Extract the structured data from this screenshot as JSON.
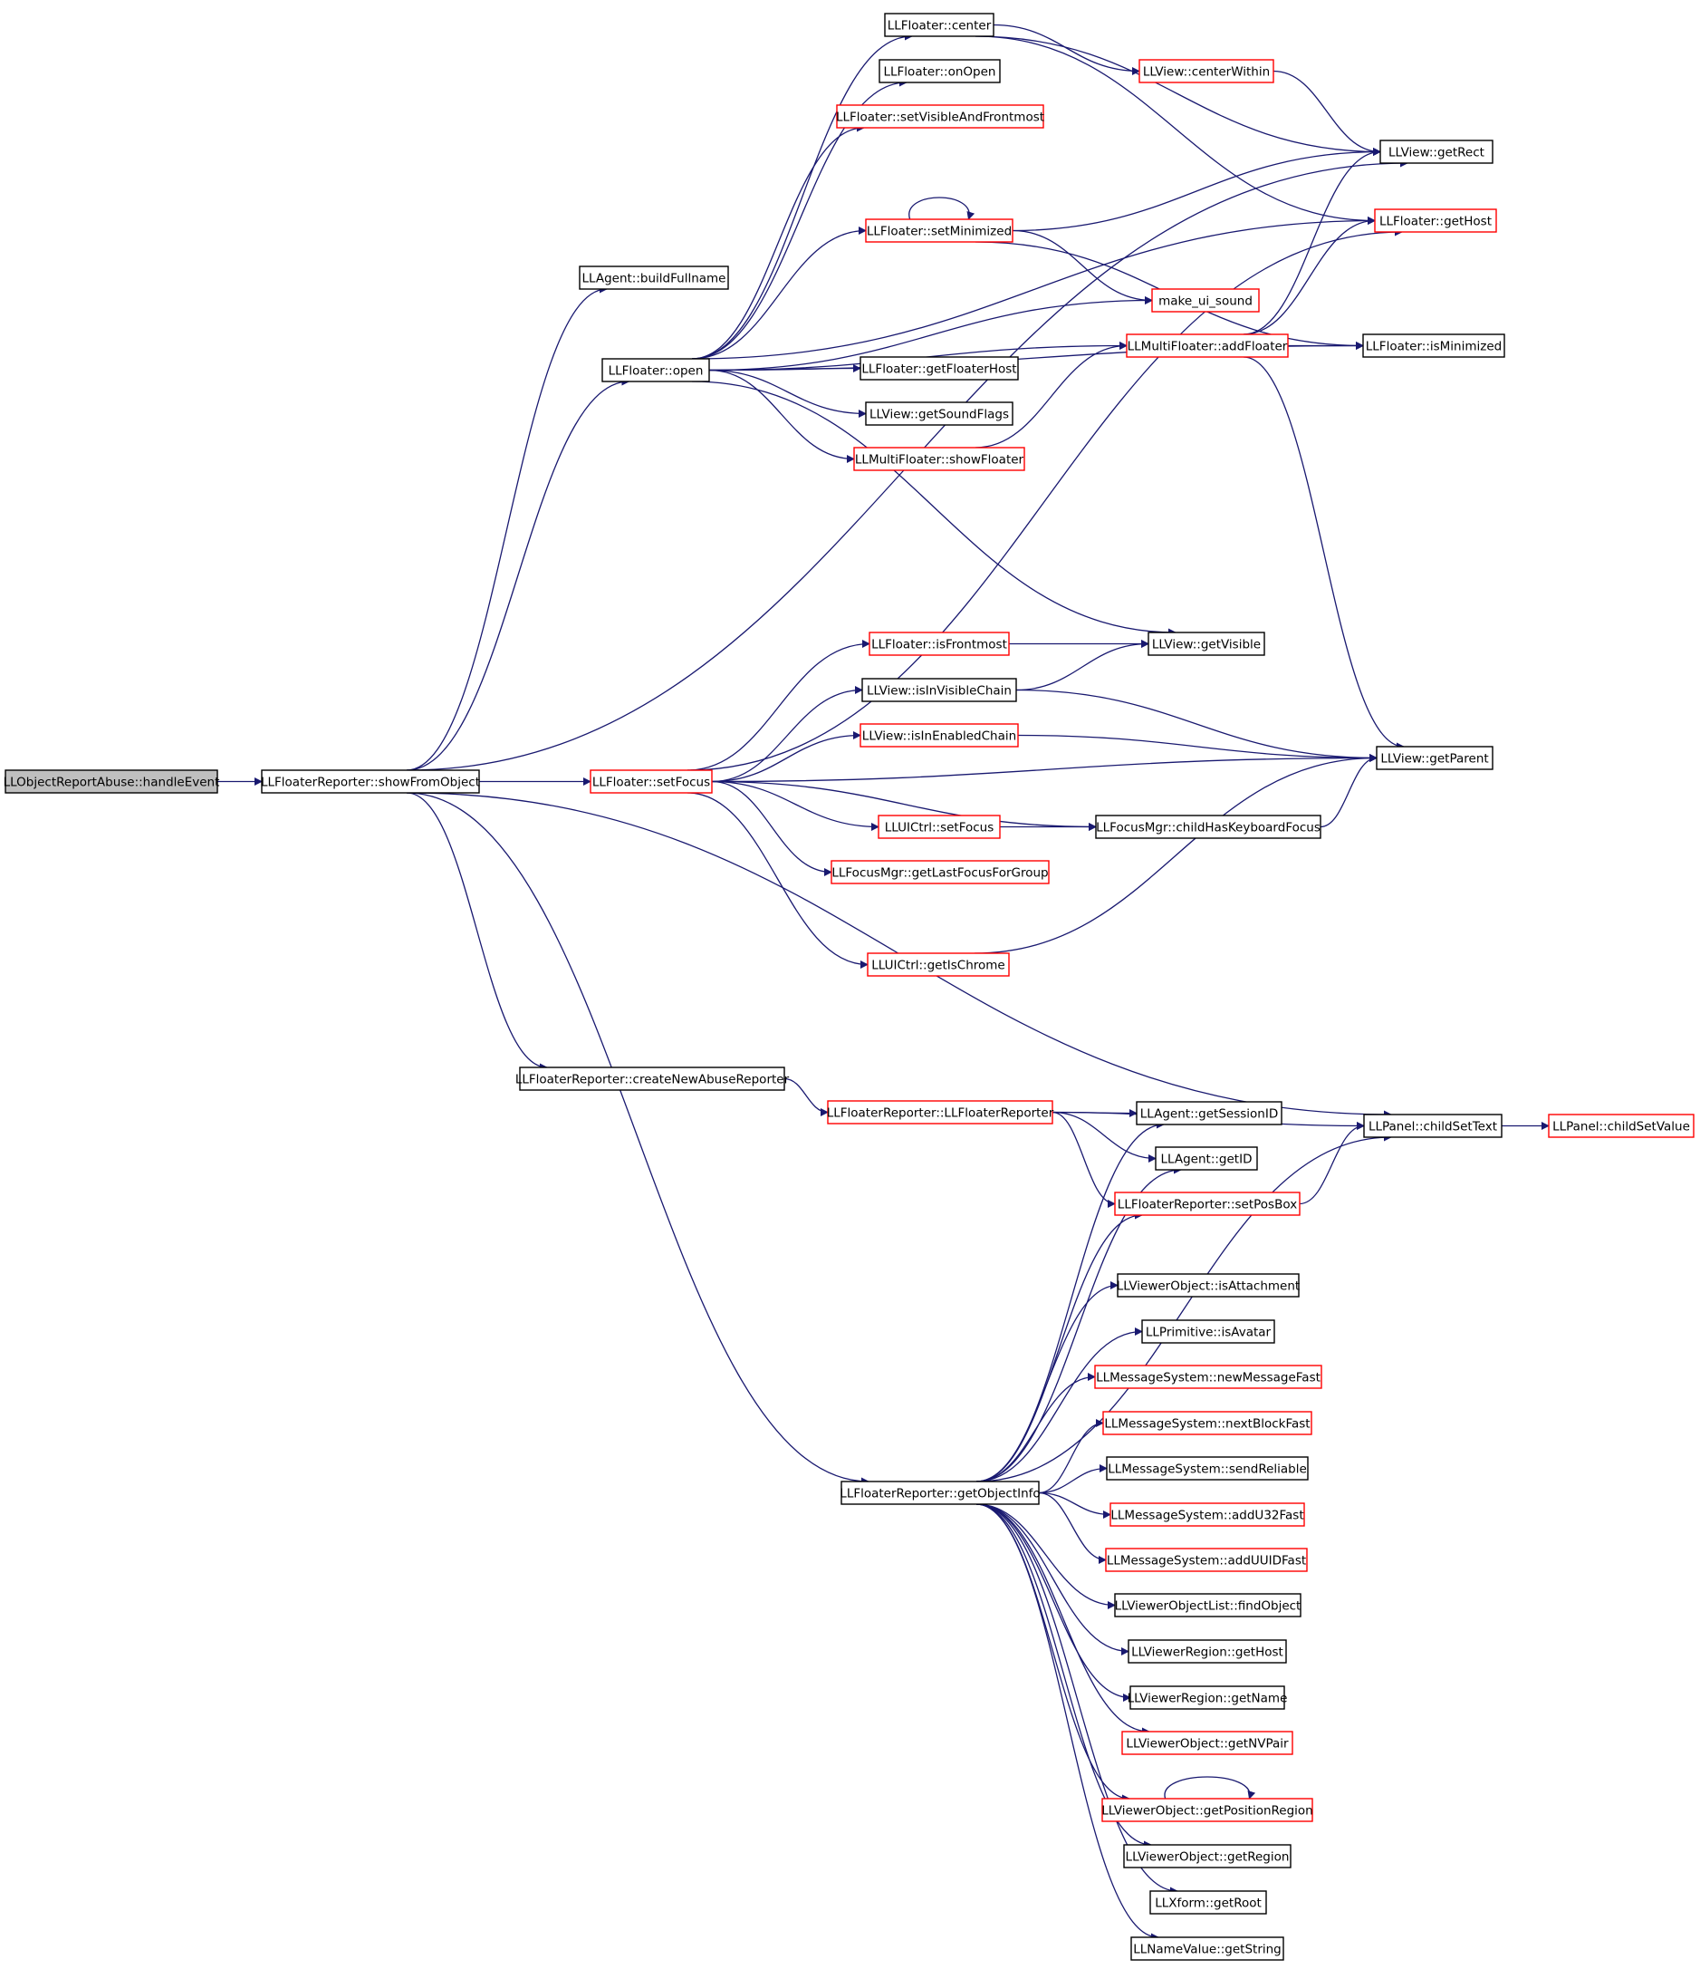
{
  "colors": {
    "edge": "#191970",
    "normal_border": "#000000",
    "linked_border": "#ff0000",
    "root_fill": "#bfbfbf"
  },
  "nodes": [
    {
      "id": "root",
      "label": "LLObjectReportAbuse::handleEvent",
      "style": "root"
    },
    {
      "id": "showFromObject",
      "label": "LLFloaterReporter::showFromObject",
      "style": "normal"
    },
    {
      "id": "buildFullname",
      "label": "LLAgent::buildFullname",
      "style": "normal"
    },
    {
      "id": "open",
      "label": "LLFloater::open",
      "style": "normal"
    },
    {
      "id": "center",
      "label": "LLFloater::center",
      "style": "normal"
    },
    {
      "id": "onOpen",
      "label": "LLFloater::onOpen",
      "style": "normal"
    },
    {
      "id": "setVisibleAndFrontmost",
      "label": "LLFloater::setVisibleAndFrontmost",
      "style": "linked"
    },
    {
      "id": "setMinimized",
      "label": "LLFloater::setMinimized",
      "style": "linked"
    },
    {
      "id": "centerWithin",
      "label": "LLView::centerWithin",
      "style": "linked"
    },
    {
      "id": "getRect",
      "label": "LLView::getRect",
      "style": "normal"
    },
    {
      "id": "getHost",
      "label": "LLFloater::getHost",
      "style": "linked"
    },
    {
      "id": "make_ui_sound",
      "label": "make_ui_sound",
      "style": "linked"
    },
    {
      "id": "addFloater",
      "label": "LLMultiFloater::addFloater",
      "style": "linked"
    },
    {
      "id": "isMinimized",
      "label": "LLFloater::isMinimized",
      "style": "normal"
    },
    {
      "id": "getFloaterHost",
      "label": "LLFloater::getFloaterHost",
      "style": "normal"
    },
    {
      "id": "getSoundFlags",
      "label": "LLView::getSoundFlags",
      "style": "normal"
    },
    {
      "id": "showFloater",
      "label": "LLMultiFloater::showFloater",
      "style": "linked"
    },
    {
      "id": "setFocus",
      "label": "LLFloater::setFocus",
      "style": "linked"
    },
    {
      "id": "isFrontmost",
      "label": "LLFloater::isFrontmost",
      "style": "linked"
    },
    {
      "id": "getVisible",
      "label": "LLView::getVisible",
      "style": "normal"
    },
    {
      "id": "isInVisibleChain",
      "label": "LLView::isInVisibleChain",
      "style": "normal"
    },
    {
      "id": "isInEnabledChain",
      "label": "LLView::isInEnabledChain",
      "style": "linked"
    },
    {
      "id": "getParent",
      "label": "LLView::getParent",
      "style": "normal"
    },
    {
      "id": "uictrlSetFocus",
      "label": "LLUICtrl::setFocus",
      "style": "linked"
    },
    {
      "id": "childHasKeyboardFocus",
      "label": "LLFocusMgr::childHasKeyboardFocus",
      "style": "normal"
    },
    {
      "id": "getLastFocusForGroup",
      "label": "LLFocusMgr::getLastFocusForGroup",
      "style": "linked"
    },
    {
      "id": "getIsChrome",
      "label": "LLUICtrl::getIsChrome",
      "style": "linked"
    },
    {
      "id": "createNewAbuseReporter",
      "label": "LLFloaterReporter::createNewAbuseReporter",
      "style": "normal"
    },
    {
      "id": "ctor",
      "label": "LLFloaterReporter::LLFloaterReporter",
      "style": "linked"
    },
    {
      "id": "getSessionID",
      "label": "LLAgent::getSessionID",
      "style": "normal"
    },
    {
      "id": "getID",
      "label": "LLAgent::getID",
      "style": "normal"
    },
    {
      "id": "setPosBox",
      "label": "LLFloaterReporter::setPosBox",
      "style": "linked"
    },
    {
      "id": "childSetText",
      "label": "LLPanel::childSetText",
      "style": "normal"
    },
    {
      "id": "childSetValue",
      "label": "LLPanel::childSetValue",
      "style": "linked"
    },
    {
      "id": "getObjectInfo",
      "label": "LLFloaterReporter::getObjectInfo",
      "style": "normal"
    },
    {
      "id": "isAttachment",
      "label": "LLViewerObject::isAttachment",
      "style": "normal"
    },
    {
      "id": "isAvatar",
      "label": "LLPrimitive::isAvatar",
      "style": "normal"
    },
    {
      "id": "newMessageFast",
      "label": "LLMessageSystem::newMessageFast",
      "style": "linked"
    },
    {
      "id": "nextBlockFast",
      "label": "LLMessageSystem::nextBlockFast",
      "style": "linked"
    },
    {
      "id": "sendReliable",
      "label": "LLMessageSystem::sendReliable",
      "style": "normal"
    },
    {
      "id": "addU32Fast",
      "label": "LLMessageSystem::addU32Fast",
      "style": "linked"
    },
    {
      "id": "addUUIDFast",
      "label": "LLMessageSystem::addUUIDFast",
      "style": "linked"
    },
    {
      "id": "findObject",
      "label": "LLViewerObjectList::findObject",
      "style": "normal"
    },
    {
      "id": "regionGetHost",
      "label": "LLViewerRegion::getHost",
      "style": "normal"
    },
    {
      "id": "getName",
      "label": "LLViewerRegion::getName",
      "style": "normal"
    },
    {
      "id": "getNVPair",
      "label": "LLViewerObject::getNVPair",
      "style": "linked"
    },
    {
      "id": "getPositionRegion",
      "label": "LLViewerObject::getPositionRegion",
      "style": "linked"
    },
    {
      "id": "getRegion",
      "label": "LLViewerObject::getRegion",
      "style": "normal"
    },
    {
      "id": "getRoot",
      "label": "LLXform::getRoot",
      "style": "normal"
    },
    {
      "id": "getString",
      "label": "LLNameValue::getString",
      "style": "normal"
    }
  ],
  "edges": [
    [
      "root",
      "showFromObject"
    ],
    [
      "showFromObject",
      "buildFullname"
    ],
    [
      "showFromObject",
      "open"
    ],
    [
      "showFromObject",
      "setFocus"
    ],
    [
      "showFromObject",
      "createNewAbuseReporter"
    ],
    [
      "showFromObject",
      "getObjectInfo"
    ],
    [
      "showFromObject",
      "childSetText"
    ],
    [
      "showFromObject",
      "getRect"
    ],
    [
      "open",
      "center"
    ],
    [
      "open",
      "onOpen"
    ],
    [
      "open",
      "setVisibleAndFrontmost"
    ],
    [
      "open",
      "setMinimized"
    ],
    [
      "open",
      "getHost"
    ],
    [
      "open",
      "make_ui_sound"
    ],
    [
      "open",
      "addFloater"
    ],
    [
      "open",
      "getFloaterHost"
    ],
    [
      "open",
      "getSoundFlags"
    ],
    [
      "open",
      "showFloater"
    ],
    [
      "open",
      "isMinimized"
    ],
    [
      "open",
      "getVisible"
    ],
    [
      "center",
      "centerWithin"
    ],
    [
      "center",
      "getRect"
    ],
    [
      "center",
      "getHost"
    ],
    [
      "centerWithin",
      "getRect"
    ],
    [
      "setMinimized",
      "setMinimized"
    ],
    [
      "setMinimized",
      "getRect"
    ],
    [
      "setMinimized",
      "make_ui_sound"
    ],
    [
      "setMinimized",
      "isMinimized"
    ],
    [
      "addFloater",
      "isMinimized"
    ],
    [
      "addFloater",
      "getRect"
    ],
    [
      "addFloater",
      "getHost"
    ],
    [
      "addFloater",
      "getParent"
    ],
    [
      "showFloater",
      "addFloater"
    ],
    [
      "setFocus",
      "getHost"
    ],
    [
      "setFocus",
      "isFrontmost"
    ],
    [
      "setFocus",
      "isInVisibleChain"
    ],
    [
      "setFocus",
      "isInEnabledChain"
    ],
    [
      "setFocus",
      "getParent"
    ],
    [
      "setFocus",
      "uictrlSetFocus"
    ],
    [
      "setFocus",
      "getLastFocusForGroup"
    ],
    [
      "setFocus",
      "childHasKeyboardFocus"
    ],
    [
      "setFocus",
      "getIsChrome"
    ],
    [
      "isFrontmost",
      "getVisible"
    ],
    [
      "isInVisibleChain",
      "getVisible"
    ],
    [
      "isInVisibleChain",
      "getParent"
    ],
    [
      "isInEnabledChain",
      "getParent"
    ],
    [
      "uictrlSetFocus",
      "childHasKeyboardFocus"
    ],
    [
      "childHasKeyboardFocus",
      "getParent"
    ],
    [
      "getIsChrome",
      "getParent"
    ],
    [
      "createNewAbuseReporter",
      "ctor"
    ],
    [
      "ctor",
      "getSessionID"
    ],
    [
      "ctor",
      "getID"
    ],
    [
      "ctor",
      "setPosBox"
    ],
    [
      "ctor",
      "childSetText"
    ],
    [
      "setPosBox",
      "childSetText"
    ],
    [
      "childSetText",
      "childSetValue"
    ],
    [
      "getObjectInfo",
      "getSessionID"
    ],
    [
      "getObjectInfo",
      "getID"
    ],
    [
      "getObjectInfo",
      "setPosBox"
    ],
    [
      "getObjectInfo",
      "childSetText"
    ],
    [
      "getObjectInfo",
      "isAttachment"
    ],
    [
      "getObjectInfo",
      "isAvatar"
    ],
    [
      "getObjectInfo",
      "newMessageFast"
    ],
    [
      "getObjectInfo",
      "nextBlockFast"
    ],
    [
      "getObjectInfo",
      "sendReliable"
    ],
    [
      "getObjectInfo",
      "addU32Fast"
    ],
    [
      "getObjectInfo",
      "addUUIDFast"
    ],
    [
      "getObjectInfo",
      "findObject"
    ],
    [
      "getObjectInfo",
      "regionGetHost"
    ],
    [
      "getObjectInfo",
      "getName"
    ],
    [
      "getObjectInfo",
      "getNVPair"
    ],
    [
      "getObjectInfo",
      "getPositionRegion"
    ],
    [
      "getObjectInfo",
      "getRegion"
    ],
    [
      "getObjectInfo",
      "getRoot"
    ],
    [
      "getObjectInfo",
      "getString"
    ],
    [
      "getPositionRegion",
      "getPositionRegion"
    ]
  ]
}
